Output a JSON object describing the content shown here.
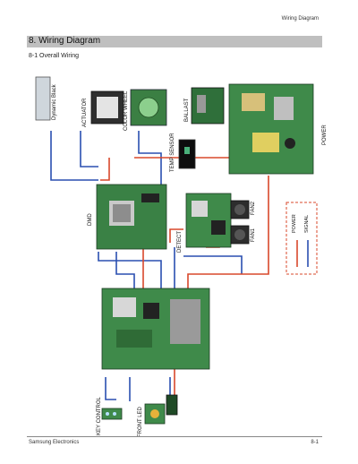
{
  "header": {
    "section": "Wiring Diagram"
  },
  "title": "8. Wiring Diagram",
  "subtitle": "8-1 Overall Wiring",
  "labels": {
    "dynamic_black": "Dynamic Black",
    "actuator": "ACTUATOR",
    "color_wheel": "COLOR WHEEL",
    "ballast": "BALLAST",
    "power": "POWER",
    "temp_sensor": "TEMP SENSOR",
    "dmd": "DMD",
    "dmd_board": "DMD",
    "fan2": "FAN2",
    "fan1": "FAN1",
    "detect": "DETECT",
    "legend_power": "POWER",
    "legend_signal": "SIGNAL",
    "key_control": "KEY CONTROL",
    "front_led": "FRONT LED"
  },
  "colors": {
    "power_wire": "#d9482b",
    "signal_wire": "#2a4fb0",
    "board_green": "#3f8a4a"
  },
  "footer": {
    "company": "Samsung Electronics",
    "page": "8-1"
  }
}
